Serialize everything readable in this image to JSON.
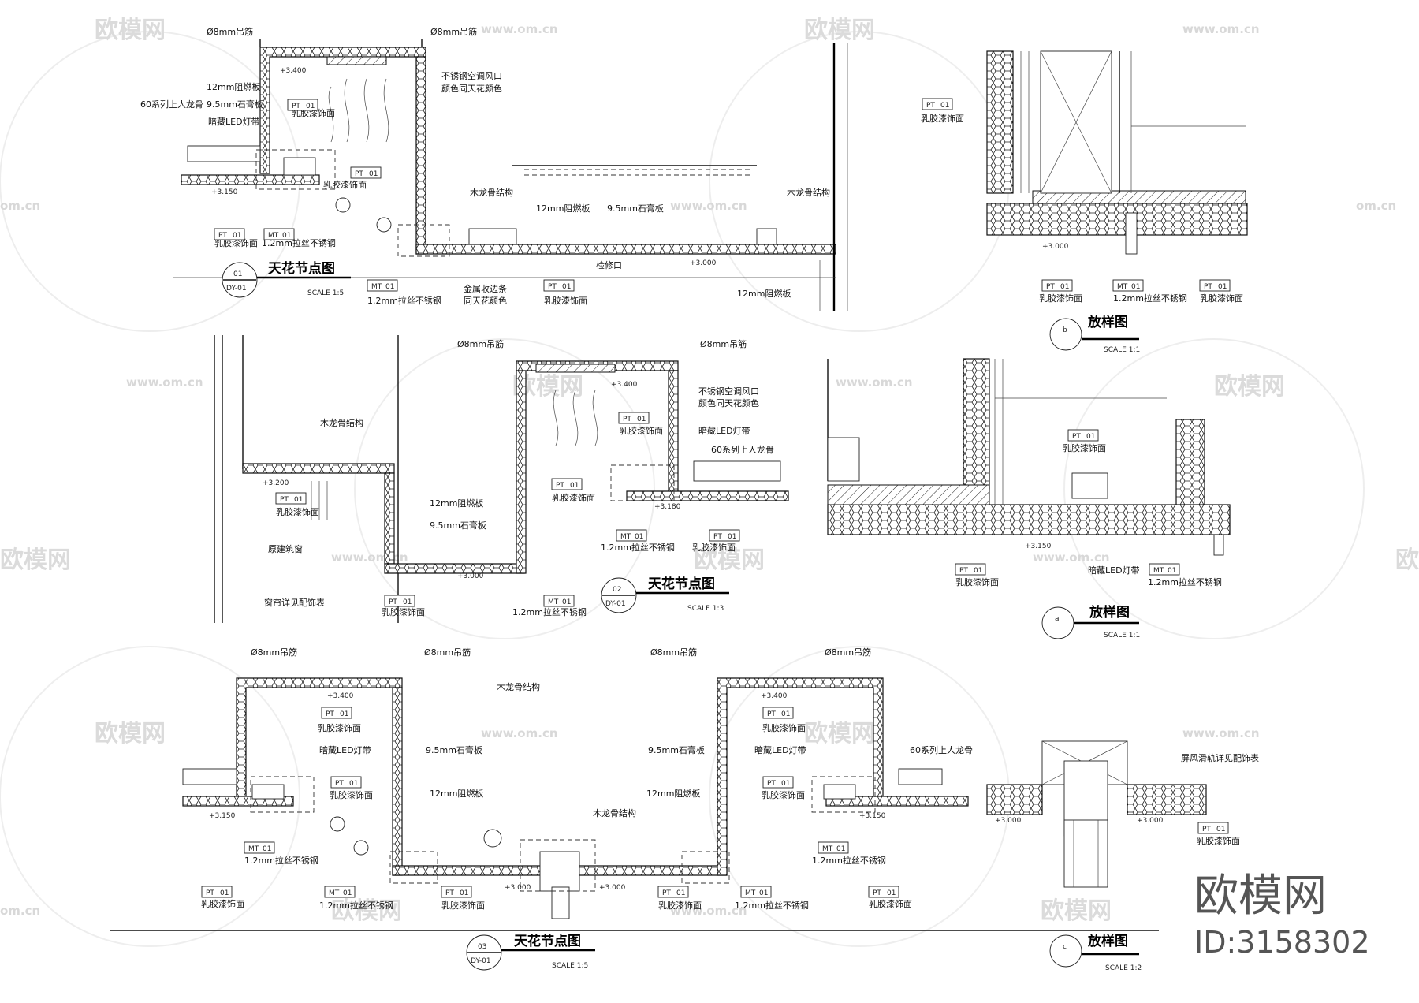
{
  "watermark": {
    "brand": "欧模网",
    "url": "www.om.cn",
    "url_short": "om.cn"
  },
  "corner_brand": {
    "name": "欧模网",
    "id": "ID:3158302"
  },
  "details": [
    {
      "title": "天花节点图",
      "num": "01",
      "sheet": "DY-01",
      "scale": "SCALE 1:5"
    },
    {
      "title": "天花节点图",
      "num": "02",
      "sheet": "DY-01",
      "scale": "SCALE 1:3"
    },
    {
      "title": "天花节点图",
      "num": "03",
      "sheet": "DY-01",
      "scale": "SCALE 1:5"
    },
    {
      "title": "放样图",
      "num": "b",
      "scale": "SCALE 1:1"
    },
    {
      "title": "放样图",
      "num": "a",
      "scale": "SCALE 1:1"
    },
    {
      "title": "放样图",
      "num": "c",
      "scale": "SCALE 1:2"
    }
  ],
  "labels": {
    "rebar": "Ø8mm吊筋",
    "vent": "不锈钢空调风口",
    "vent_color": "颜色同天花颜色",
    "fireboard": "12mm阻燃板",
    "gypsum": "9.5mm石膏板",
    "keel60": "60系列上人龙骨",
    "led": "暗藏LED灯带",
    "latex": "乳胶漆饰面",
    "steel": "1.2mm拉丝不锈钢",
    "wood": "木龙骨结构",
    "metal_trim": "金属收边条",
    "trim_color": "同天花颜色",
    "access": "检修口",
    "building": "原建筑窗",
    "curtain": "窗帘详见配饰表",
    "screen": "屏风滑轨详见配饰表",
    "pt": "PT",
    "mt": "MT",
    "code": "01"
  },
  "elevations": {
    "e3400": "+3.400",
    "e3150": "+3.150",
    "e3200": "+3.200",
    "e3000": "+3.000",
    "e3180": "+3.180"
  }
}
